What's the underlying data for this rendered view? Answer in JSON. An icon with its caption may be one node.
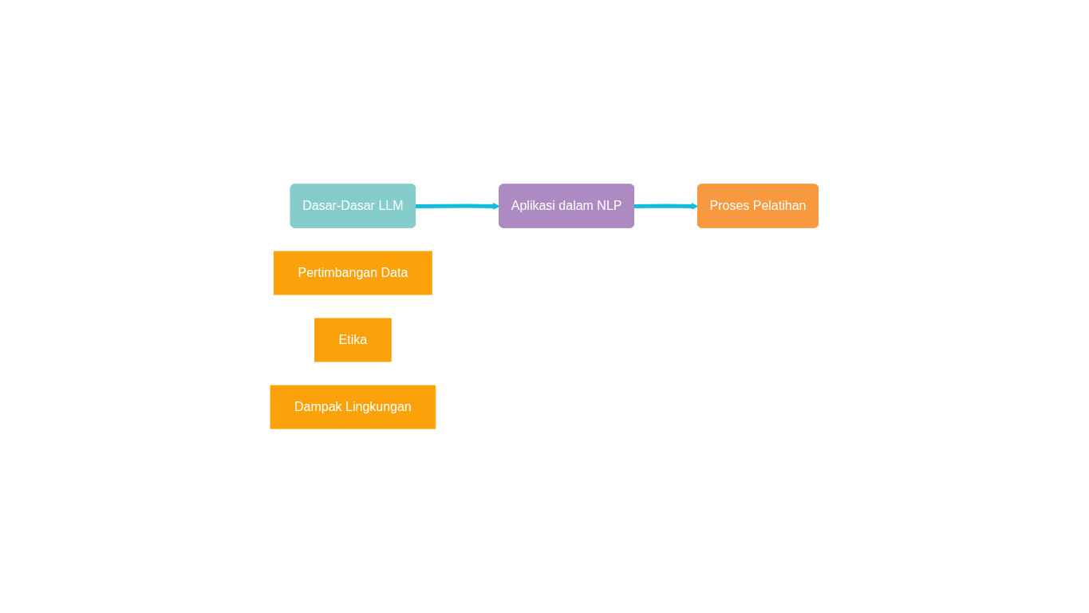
{
  "diagram": {
    "nodes": [
      {
        "text": [
          "Dasar-Dasar LLM"
        ]
      },
      {
        "text": [
          "Aplikasi dalam NLP"
        ]
      },
      {
        "text": [
          "Proses Pelatihan"
        ]
      },
      {
        "text": [
          "Pertimbangan Data"
        ]
      },
      {
        "text": [
          "Etika"
        ]
      },
      {
        "text": [
          "Dampak Lingkungan"
        ]
      }
    ],
    "edges": [
      {
        "from": 0,
        "to": 1,
        "arrow": "to"
      },
      {
        "from": 1,
        "to": 2,
        "arrow": "to"
      }
    ]
  }
}
